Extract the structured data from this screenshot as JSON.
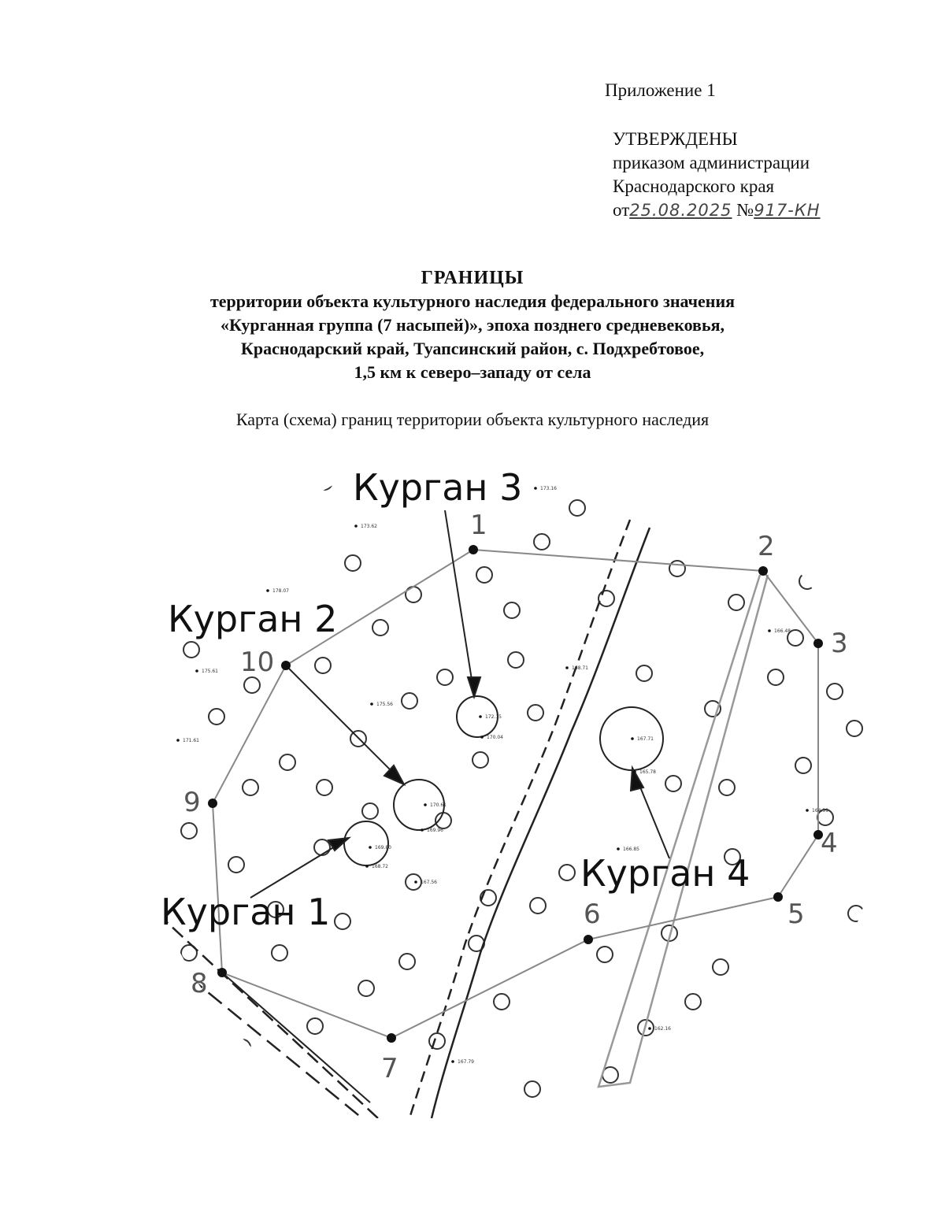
{
  "annex": "Приложение 1",
  "approval": {
    "line1": "УТВЕРЖДЕНЫ",
    "line2": "приказом администрации",
    "line3": "Краснодарского края",
    "from": "от",
    "date": "25.08.2025",
    "number_prefix": "№",
    "number": "917-КН"
  },
  "title": {
    "main": "ГРАНИЦЫ",
    "line1": "территории объекта культурного наследия федерального значения",
    "line2": "«Курганная группа (7 насыпей)», эпоха позднего средневековья,",
    "line3": "Краснодарский край, Туапсинский район, с. Подхребтовое,",
    "line4": "1,5 км к северо–западу от села"
  },
  "subtitle": "Карта (схема) границ территории объекта культурного наследия",
  "map": {
    "kurgans": [
      {
        "label": "Курган 1"
      },
      {
        "label": "Курган 2"
      },
      {
        "label": "Курган 3"
      },
      {
        "label": "Курган 4"
      }
    ],
    "points": [
      "1",
      "2",
      "3",
      "4",
      "5",
      "6",
      "7",
      "8",
      "9",
      "10"
    ],
    "elevations": [
      "173.16",
      "173.62",
      "178.07",
      "175.61",
      "175.56",
      "171.61",
      "168.71",
      "166.48",
      "172.15",
      "170.04",
      "167.71",
      "165.78",
      "170.61",
      "169.96",
      "169.80",
      "168.72",
      "167.56",
      "166.85",
      "164.99",
      "162.16",
      "167.79"
    ]
  }
}
